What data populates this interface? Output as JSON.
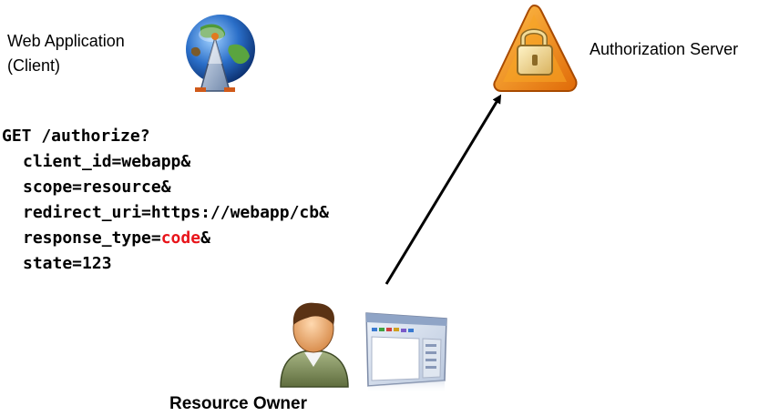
{
  "client": {
    "label_line1": "Web Application",
    "label_line2": "(Client)",
    "icon": "globe-icon"
  },
  "server": {
    "label": "Authorization Server",
    "icon": "lock-warning-icon"
  },
  "owner": {
    "label": "Resource Owner",
    "icon": "person-icon",
    "browser_icon": "browser-window-icon"
  },
  "request": {
    "line1": "GET /authorize?",
    "line2": "client_id=webapp&",
    "line3": "scope=resource&",
    "line4": "redirect_uri=https://webapp/cb&",
    "line5_prefix": "response_type=",
    "line5_highlight": "code",
    "line5_suffix": "&",
    "line6": "state=123"
  },
  "colors": {
    "highlight": "#e8141a",
    "lock_orange": "#f08a12",
    "globe_blue": "#2a6ec8",
    "arrow": "#000000"
  }
}
